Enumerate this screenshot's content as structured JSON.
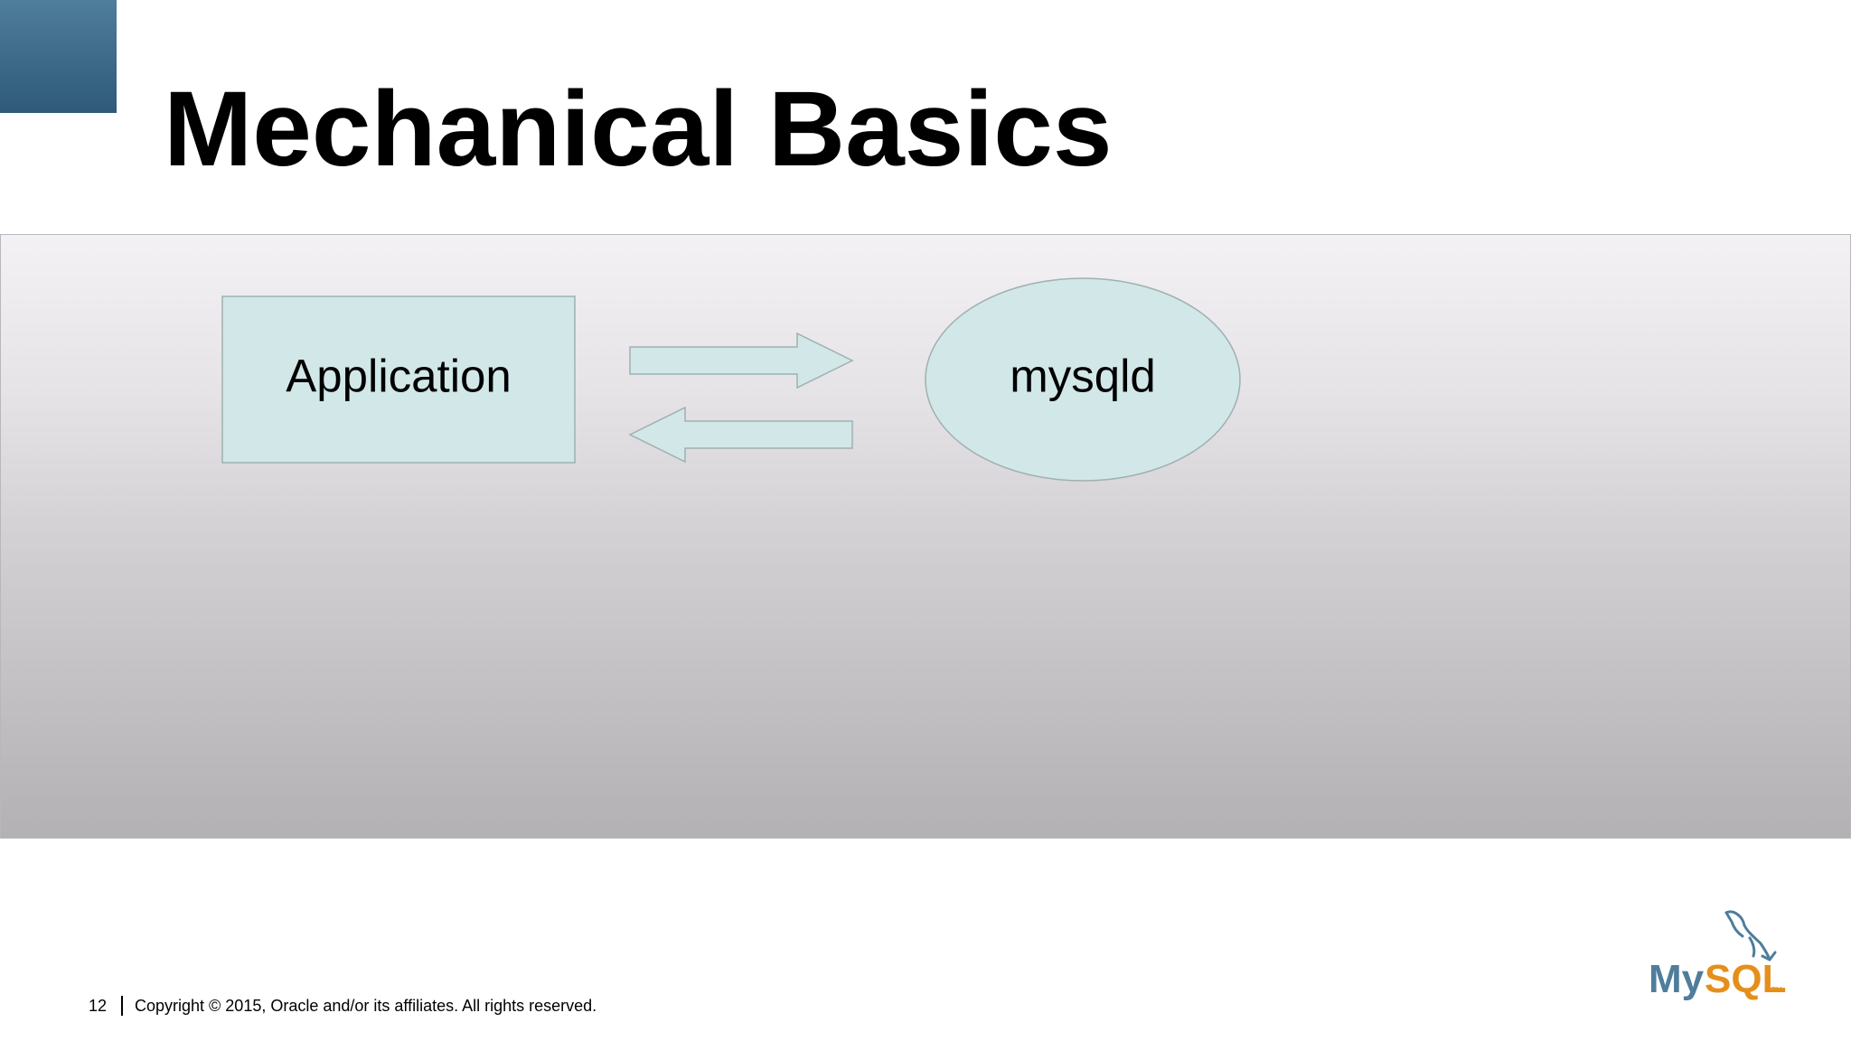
{
  "slide": {
    "title": "Mechanical Basics",
    "page_number": "12",
    "copyright": "Copyright © 2015, Oracle and/or its affiliates. All rights reserved."
  },
  "diagram": {
    "nodes": [
      {
        "id": "application",
        "label": "Application",
        "shape": "rectangle"
      },
      {
        "id": "mysqld",
        "label": "mysqld",
        "shape": "ellipse"
      }
    ],
    "edges": [
      {
        "from": "application",
        "to": "mysqld",
        "direction": "right"
      },
      {
        "from": "mysqld",
        "to": "application",
        "direction": "left"
      }
    ],
    "colors": {
      "node_fill": "#d2e7e8",
      "node_stroke": "#9fb0b2",
      "panel_top": "#f3f1f4",
      "panel_bottom": "#b3b1b4"
    }
  },
  "logo": {
    "text_my": "My",
    "text_sql": "SQL",
    "trademark": "TM",
    "color_my": "#4f7d9c",
    "color_sql": "#e58f1b"
  },
  "decor": {
    "corner_color": "#3d6888"
  }
}
